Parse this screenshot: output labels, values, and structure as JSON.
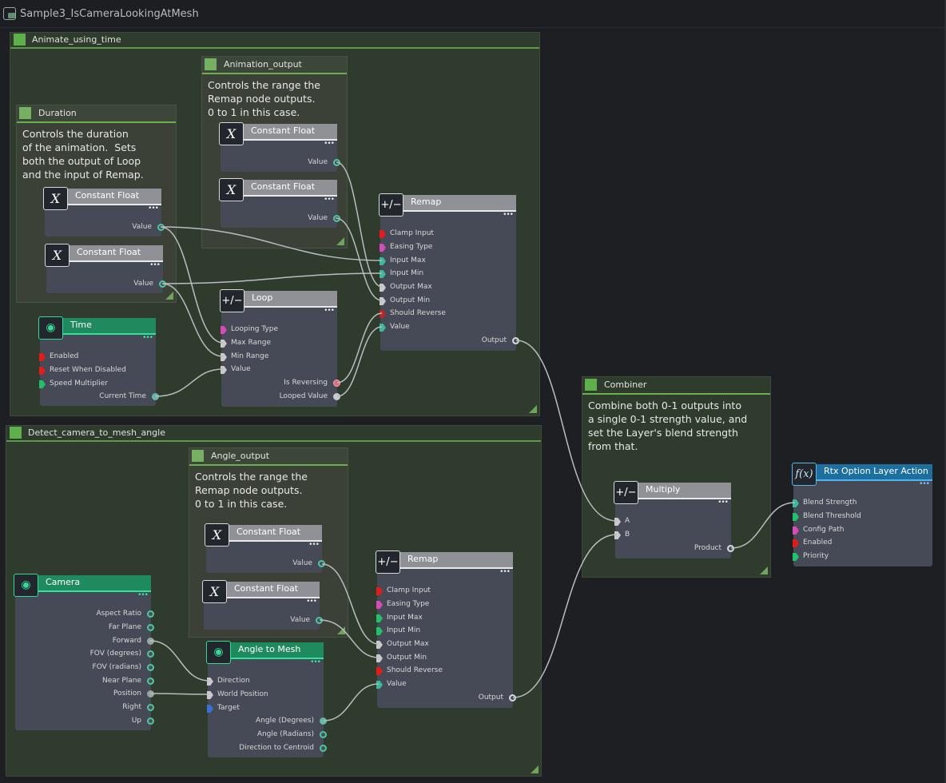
{
  "window": {
    "title": "Sample3_IsCameraLookingAtMesh"
  },
  "groups": {
    "animate": {
      "title": "Animate_using_time"
    },
    "detect": {
      "title": "Detect_camera_to_mesh_angle"
    }
  },
  "comments": {
    "duration": {
      "title": "Duration",
      "text": "Controls the duration\nof the animation.  Sets\nboth the output of Loop\nand the input of Remap."
    },
    "animation_output": {
      "title": "Animation_output",
      "text": "Controls the range the\nRemap node outputs.\n0 to 1 in this case."
    },
    "angle_output": {
      "title": "Angle_output",
      "text": "Controls the range the\nRemap node outputs.\n0 to 1 in this case."
    },
    "combiner": {
      "title": "Combiner",
      "text": "Combine both 0-1 outputs into\na single 0-1 strength value, and\nset the Layer's blend strength\nfrom that."
    }
  },
  "nodes": {
    "cf1": {
      "title": "Constant Float",
      "icon": "X",
      "out": "Value"
    },
    "cf2": {
      "title": "Constant Float",
      "icon": "X",
      "out": "Value"
    },
    "cf3": {
      "title": "Constant Float",
      "icon": "X",
      "out": "Value"
    },
    "cf4": {
      "title": "Constant Float",
      "icon": "X",
      "out": "Value"
    },
    "cf5": {
      "title": "Constant Float",
      "icon": "X",
      "out": "Value"
    },
    "cf6": {
      "title": "Constant Float",
      "icon": "X",
      "out": "Value"
    },
    "remap1": {
      "title": "Remap",
      "icon": "+/−",
      "inputs": [
        "Clamp Input",
        "Easing Type",
        "Input Max",
        "Input Min",
        "Output Max",
        "Output Min",
        "Should Reverse",
        "Value"
      ],
      "out": "Output"
    },
    "remap2": {
      "title": "Remap",
      "icon": "+/−",
      "inputs": [
        "Clamp Input",
        "Easing Type",
        "Input Max",
        "Input Min",
        "Output Max",
        "Output Min",
        "Should Reverse",
        "Value"
      ],
      "out": "Output"
    },
    "loop": {
      "title": "Loop",
      "icon": "+/−",
      "inputs": [
        "Looping Type",
        "Max Range",
        "Min Range",
        "Value"
      ],
      "outputs": [
        "Is Reversing",
        "Looped Value"
      ]
    },
    "time": {
      "title": "Time",
      "icon": "wifi-icon",
      "inputs": [
        "Enabled",
        "Reset When Disabled",
        "Speed Multiplier"
      ],
      "out": "Current Time"
    },
    "camera": {
      "title": "Camera",
      "icon": "wifi-icon",
      "outputs": [
        "Aspect Ratio",
        "Far Plane",
        "Forward",
        "FOV (degrees)",
        "FOV (radians)",
        "Near Plane",
        "Position",
        "Right",
        "Up"
      ]
    },
    "angle": {
      "title": "Angle to Mesh",
      "icon": "wifi-icon",
      "inputs": [
        "Direction",
        "World Position",
        "Target"
      ],
      "outputs": [
        "Angle (Degrees)",
        "Angle (Radians)",
        "Direction to Centroid"
      ]
    },
    "multiply": {
      "title": "Multiply",
      "icon": "+/−",
      "inputs": [
        "A",
        "B"
      ],
      "out": "Product"
    },
    "rtx": {
      "title": "Rtx Option Layer Action",
      "icon": "f(x)",
      "inputs": [
        "Blend Strength",
        "Blend Threshold",
        "Config Path",
        "Enabled",
        "Priority"
      ]
    }
  },
  "colors": {
    "background": "#1d1f22",
    "group": "#2f3b2d",
    "group_accent": "#5eb04c",
    "node_body": "#464a56",
    "wire": "#b9bcc2",
    "teal_pin": "#4cc6a0",
    "red_flag": "#e41b1b",
    "pink_flag": "#d44cb5",
    "green_flag": "#21c16b",
    "blue_flag": "#3a6fd6"
  }
}
